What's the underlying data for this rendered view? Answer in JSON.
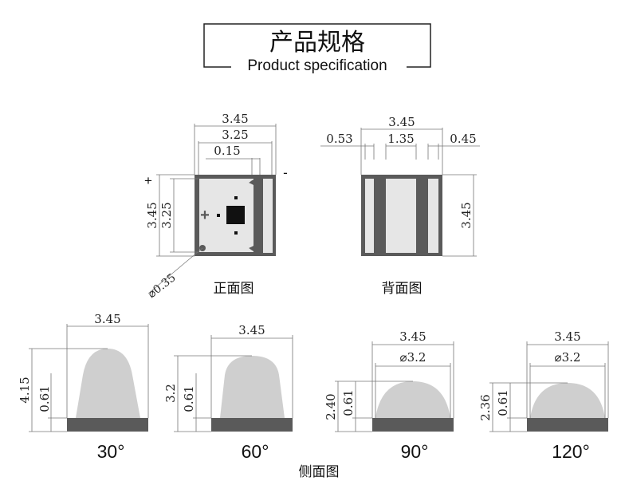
{
  "title": {
    "cn": "产品规格",
    "en": "Product specification"
  },
  "front_view": {
    "caption": "正面图",
    "dim_width_outer": "3.45",
    "dim_width_inner": "3.25",
    "dim_offset": "0.15",
    "dim_height_outer": "3.45",
    "dim_height_inner": "3.25",
    "dim_hole": "⌀0.35",
    "plus_sign": "+",
    "minus_sign": "-",
    "pad_plus_sign": "+"
  },
  "back_view": {
    "caption": "背面图",
    "dim_width": "3.45",
    "dim_left_pad": "0.53",
    "dim_gap": "1.35",
    "dim_right_pad": "0.45",
    "dim_height": "3.45"
  },
  "side_views": {
    "caption": "侧面图",
    "items": [
      {
        "angle": "30°",
        "width": "3.45",
        "height": "4.15",
        "base": "0.61"
      },
      {
        "angle": "60°",
        "width": "3.45",
        "height": "3.2",
        "base": "0.61"
      },
      {
        "angle": "90°",
        "width": "3.45",
        "lens": "⌀3.2",
        "height": "2.40",
        "base": "0.61"
      },
      {
        "angle": "120°",
        "width": "3.45",
        "lens": "⌀3.2",
        "height": "2.36",
        "base": "0.61"
      }
    ]
  },
  "colors": {
    "body": "#5a5a5a",
    "lens": "#cfcfcf",
    "pad": "#e6e6e6",
    "chip": "#111111"
  }
}
